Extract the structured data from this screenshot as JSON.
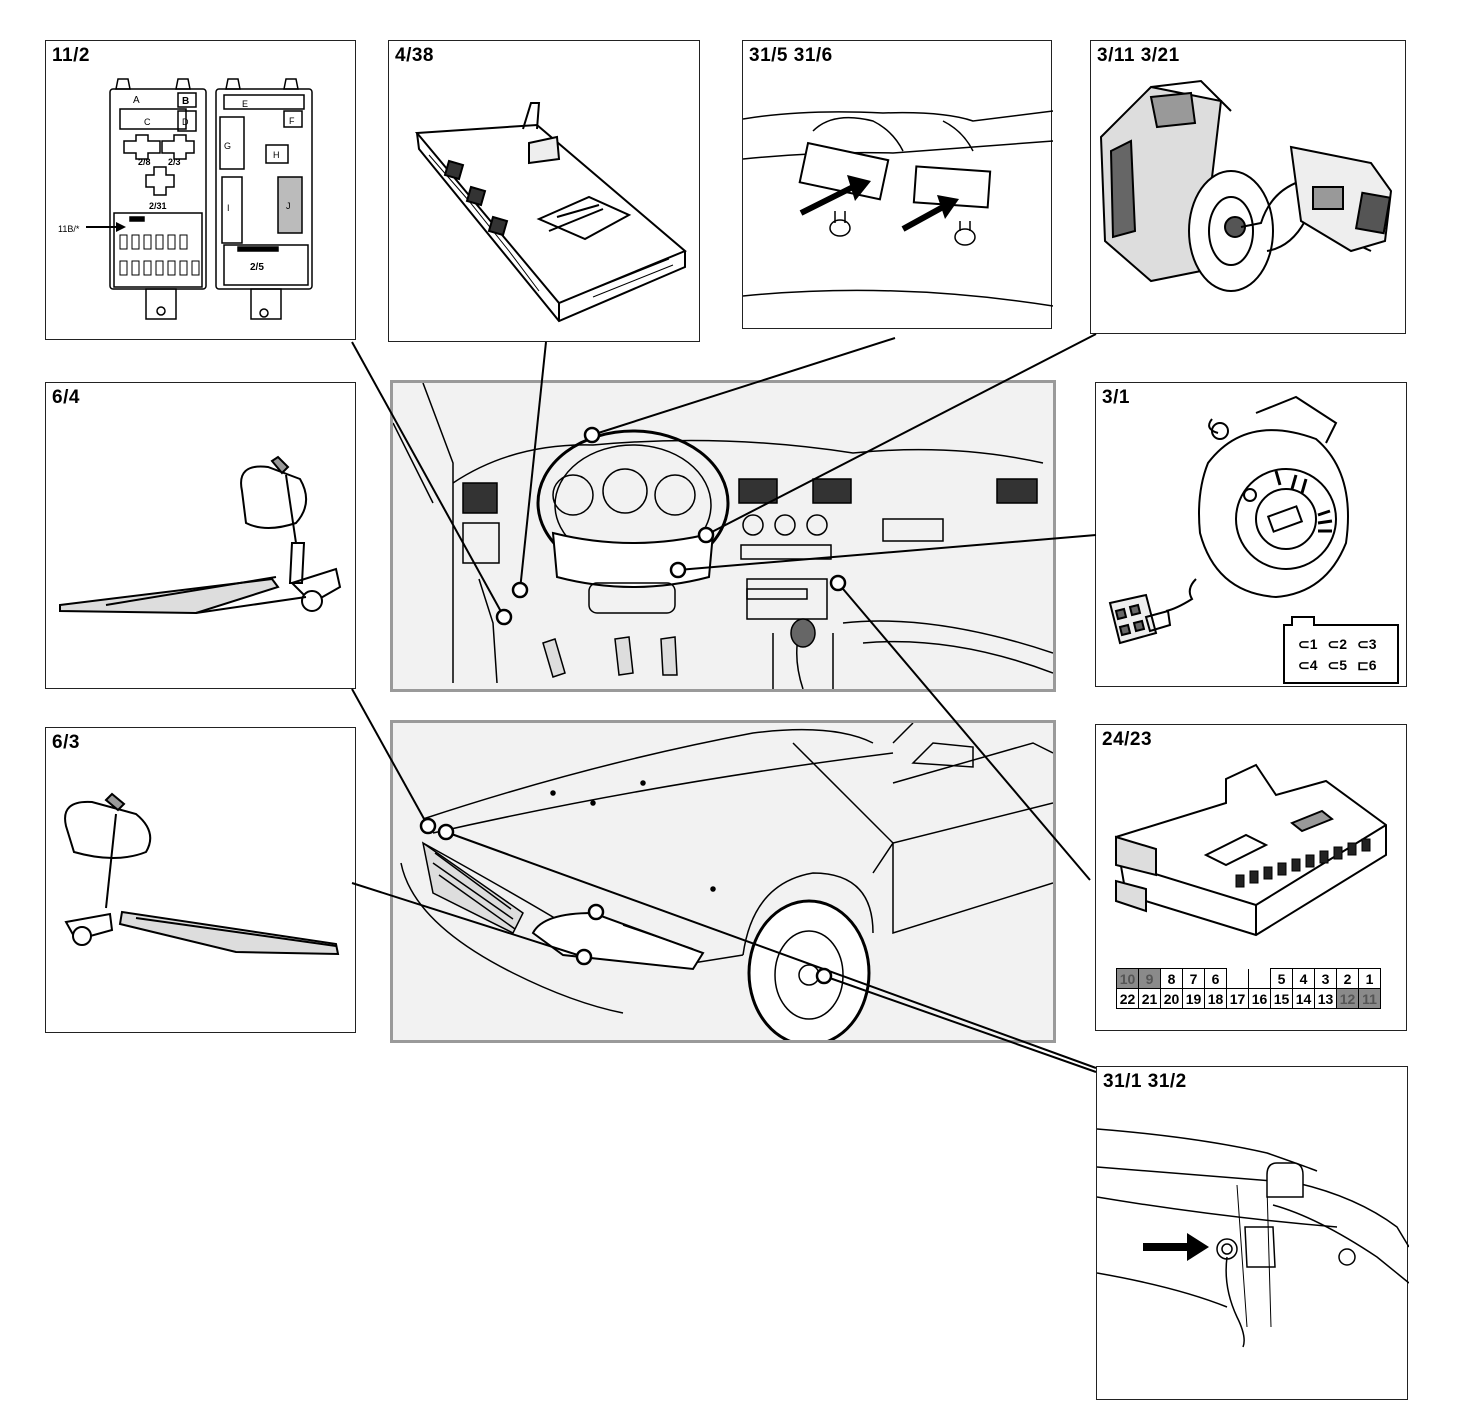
{
  "panels": {
    "p11_2": {
      "label": "11/2",
      "callout": "11B/*",
      "fusebox": {
        "a": "A",
        "b": "B",
        "c": "C",
        "d": "D",
        "n1": "2/8",
        "n2": "2/3",
        "n3": "2/31",
        "e": "E",
        "f": "F",
        "g": "G",
        "h": "H",
        "i": "I",
        "j": "J",
        "n4": "2/5"
      }
    },
    "p4_38": {
      "label": "4/38"
    },
    "p31_5": {
      "label": "31/5  31/6"
    },
    "p3_11": {
      "label": "3/11 3/21"
    },
    "p6_4": {
      "label": "6/4"
    },
    "p3_1": {
      "label": "3/1",
      "connector_pins": [
        [
          "1",
          "2",
          "3"
        ],
        [
          "4",
          "5",
          "6"
        ]
      ]
    },
    "p6_3": {
      "label": "6/3"
    },
    "p24_23": {
      "label": "24/23",
      "connector_pins": {
        "row1": [
          "10",
          "9",
          "8",
          "7",
          "6",
          "",
          "",
          "5",
          "4",
          "3",
          "2",
          "1"
        ],
        "row2": [
          "22",
          "21",
          "20",
          "19",
          "18",
          "17",
          "16",
          "15",
          "14",
          "13",
          "12",
          "11"
        ],
        "shaded_pins": [
          "10",
          "9",
          "12",
          "11"
        ]
      }
    },
    "p31_1": {
      "label": "31/1 31/2"
    }
  }
}
